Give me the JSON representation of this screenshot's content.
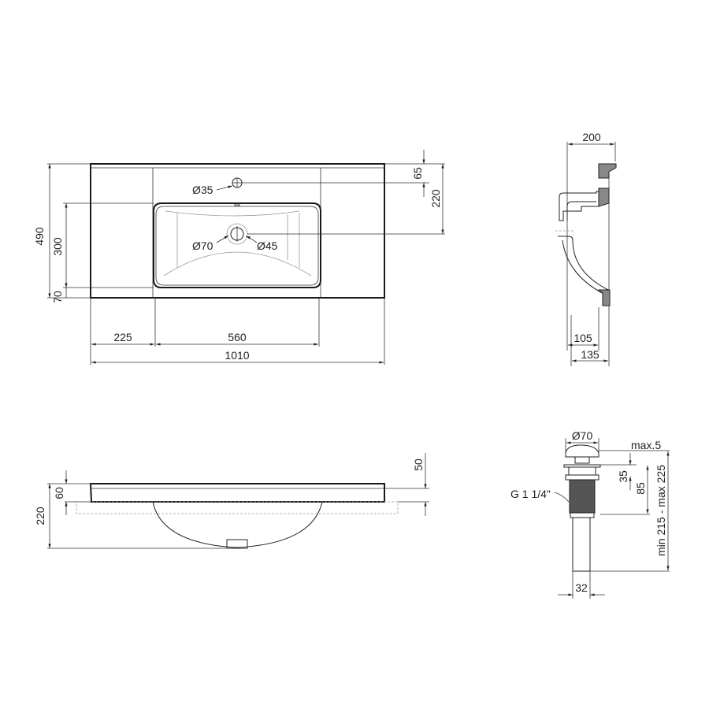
{
  "drawing": {
    "top_view": {
      "overall_width": "1010",
      "overall_depth": "490",
      "left_shelf_width": "225",
      "basin_width": "560",
      "basin_depth": "300",
      "front_margin": "70",
      "tap_hole_offset": "65",
      "drain_offset": "220",
      "tap_hole_diameter": "Ø35",
      "drain_outer_diameter": "Ø70",
      "drain_inner_diameter": "Ø45"
    },
    "side_section": {
      "top_depth": "200",
      "bowl_depth": "105",
      "base_depth": "135"
    },
    "front_view": {
      "total_height": "220",
      "rim_height": "60",
      "rim_right_height": "50"
    },
    "drain_fitting": {
      "cap_diameter": "Ø70",
      "max_lift": "max.5",
      "thread": "G 1 1/4\"",
      "flange_height": "35",
      "thread_height": "85",
      "total_length": "min 215 - max 225",
      "pipe_diameter": "32"
    }
  },
  "colors": {
    "line": "#222222",
    "hatch": "#888888",
    "background": "#ffffff"
  }
}
